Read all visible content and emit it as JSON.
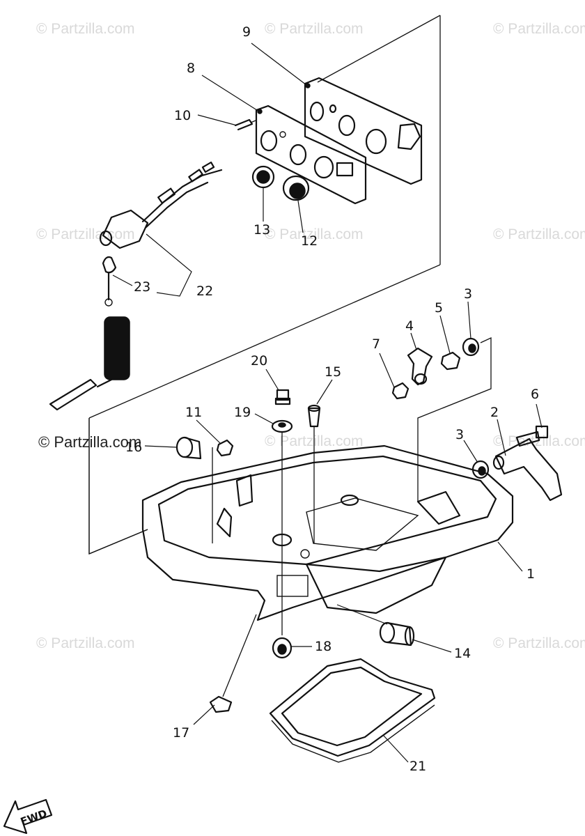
{
  "watermarks": [
    "© Partzilla.com",
    "© Partzilla.com",
    "© Partzilla.com",
    "© Partzilla.com",
    "© Partzilla.com",
    "© Partzilla.com",
    "© Partzilla.com",
    "© Partzilla.com",
    "© Partzilla.com",
    "© Partzilla.com",
    "© Partzilla.com"
  ],
  "callouts": {
    "c1": "1",
    "c2": "2",
    "c3a": "3",
    "c3b": "3",
    "c4": "4",
    "c5": "5",
    "c6": "6",
    "c7": "7",
    "c8": "8",
    "c9": "9",
    "c10": "10",
    "c11": "11",
    "c12": "12",
    "c13": "13",
    "c14": "14",
    "c15": "15",
    "c16": "16",
    "c17": "17",
    "c18": "18",
    "c19": "19",
    "c20": "20",
    "c21": "21",
    "c22": "22",
    "c23": "23"
  },
  "fwd_label": "FWD"
}
